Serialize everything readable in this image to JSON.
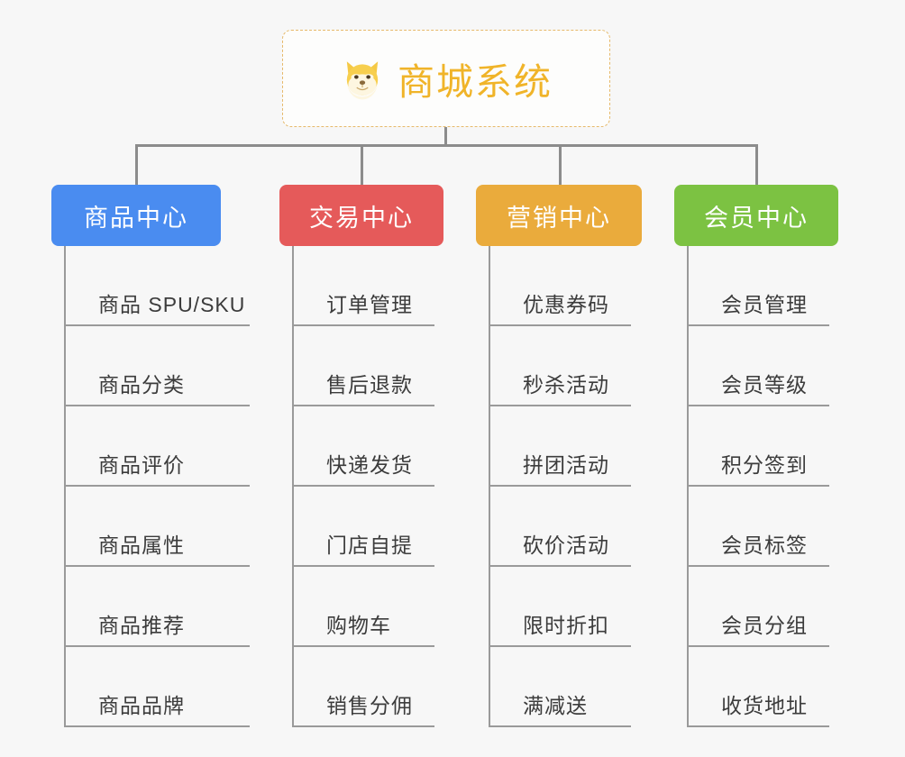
{
  "diagram": {
    "type": "mindmap",
    "background_color": "#f7f7f7",
    "root": {
      "title": "商城系统",
      "icon": "shiba-dog-face-emoji",
      "text_color": "#f0b429",
      "border_color": "#e6b96a"
    },
    "branches": [
      {
        "label": "商品中心",
        "color": "#4a8cf0",
        "items": [
          "商品 SPU/SKU",
          "商品分类",
          "商品评价",
          "商品属性",
          "商品推荐",
          "商品品牌"
        ]
      },
      {
        "label": "交易中心",
        "color": "#e55a5a",
        "items": [
          "订单管理",
          "售后退款",
          "快递发货",
          "门店自提",
          "购物车",
          "销售分佣"
        ]
      },
      {
        "label": "营销中心",
        "color": "#eaab3c",
        "items": [
          "优惠券码",
          "秒杀活动",
          "拼团活动",
          "砍价活动",
          "限时折扣",
          "满减送"
        ]
      },
      {
        "label": "会员中心",
        "color": "#7cc242",
        "items": [
          "会员管理",
          "会员等级",
          "积分签到",
          "会员标签",
          "会员分组",
          "收货地址"
        ]
      }
    ]
  }
}
